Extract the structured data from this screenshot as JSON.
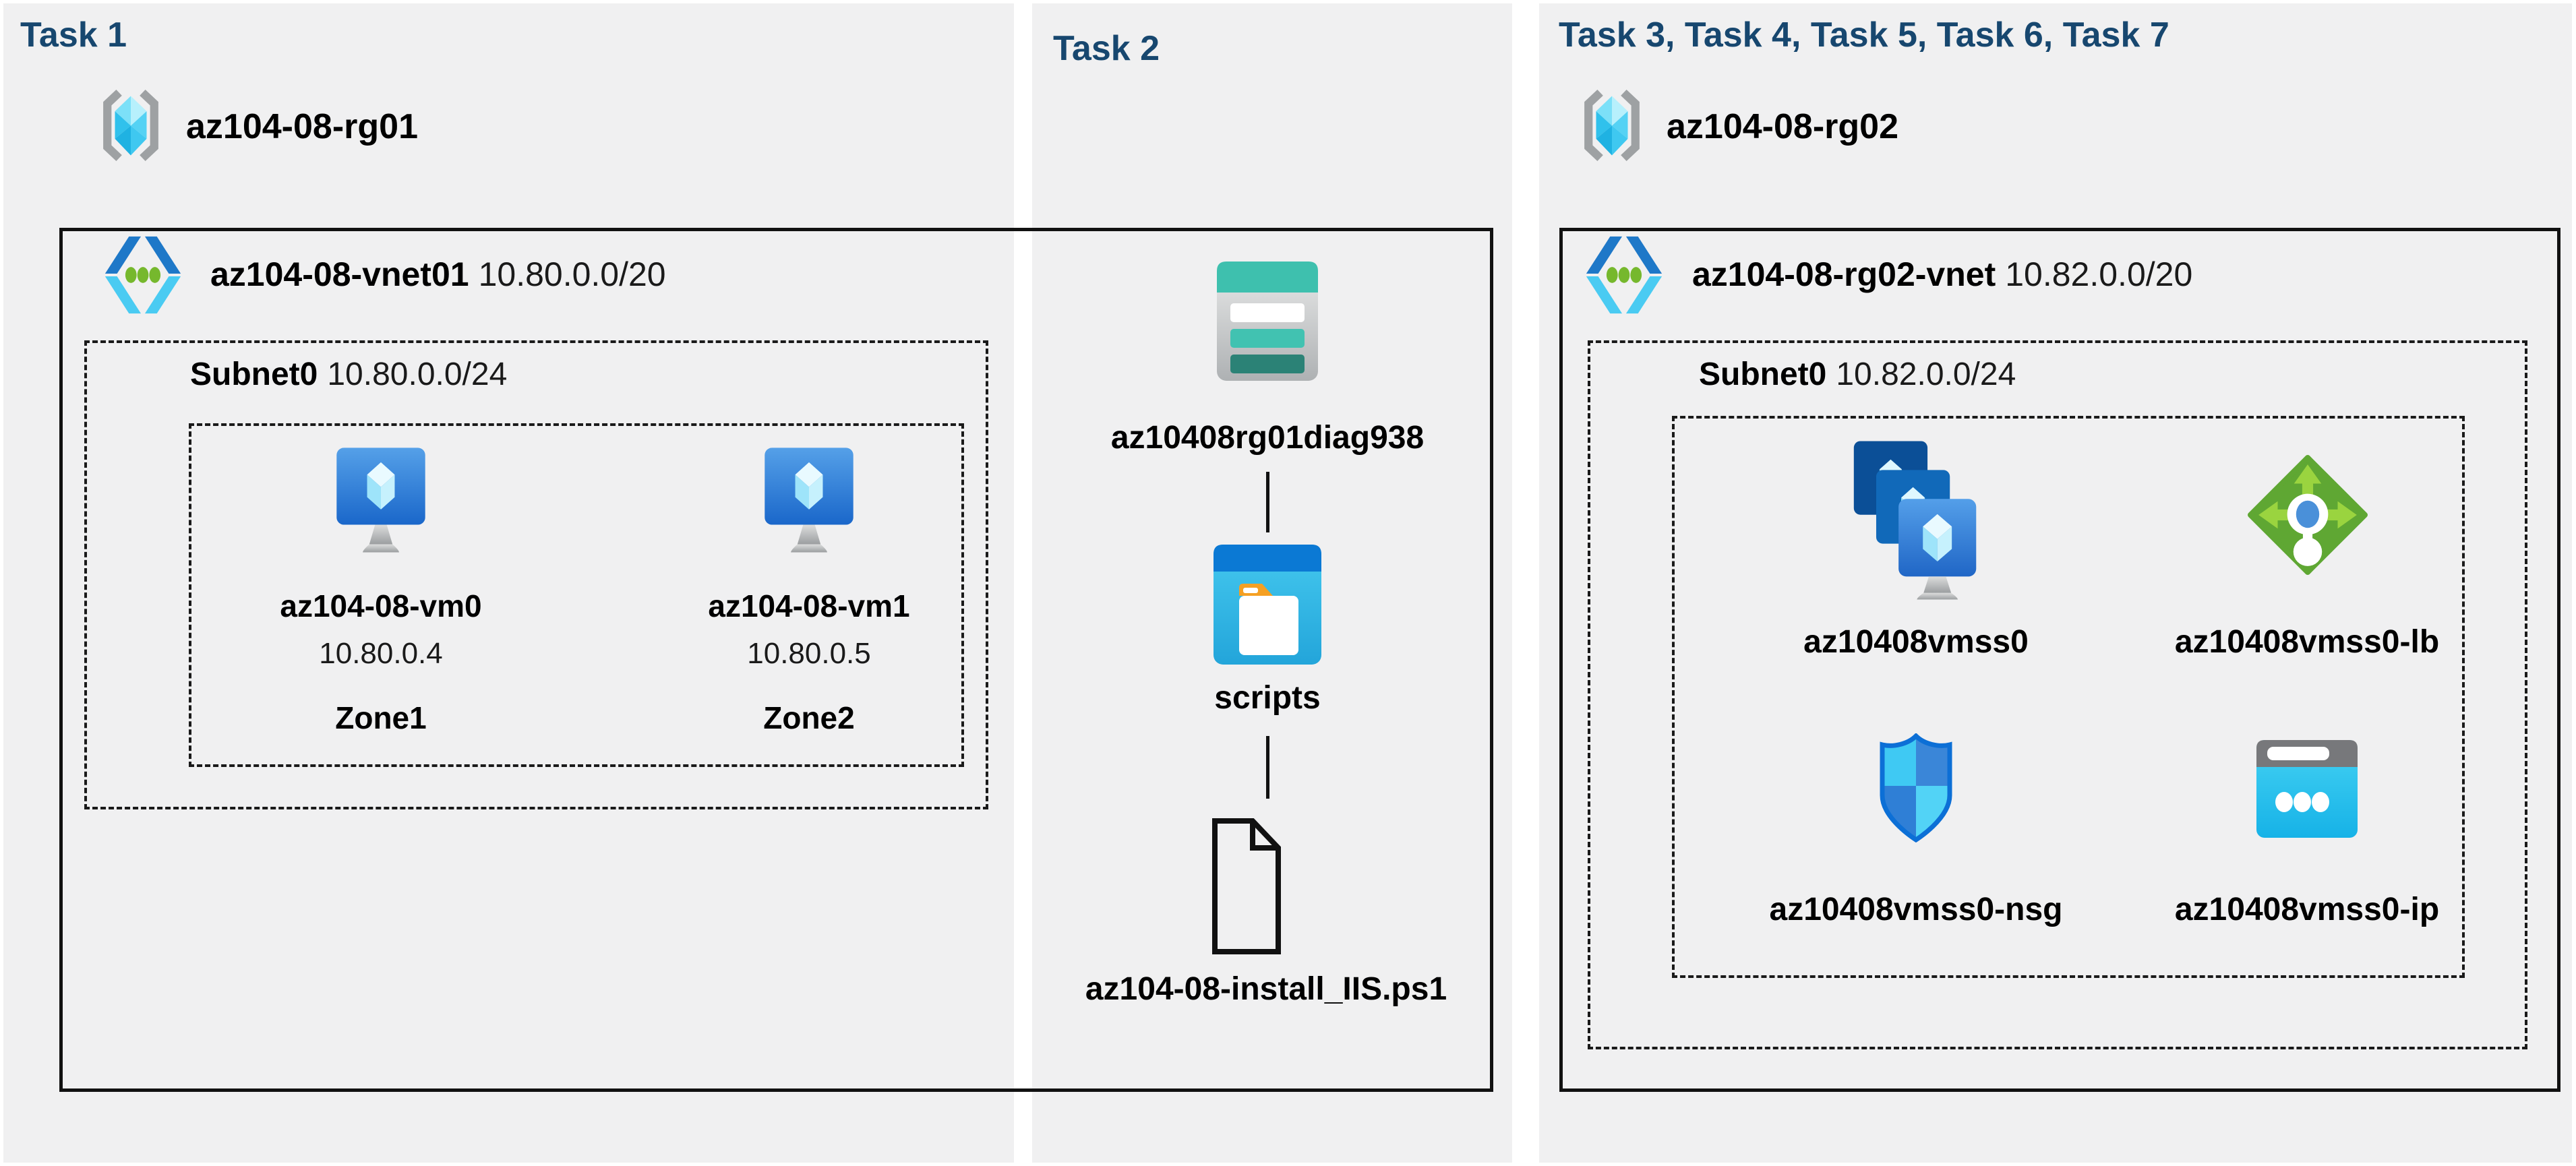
{
  "page": {
    "background": "#ffffff",
    "panel_background": "#f0f0f1",
    "header_color": "#17476f",
    "border_color": "#111111"
  },
  "panels": [
    {
      "header": "Task 1",
      "resource_group": {
        "name": "az104-08-rg01",
        "icon": "resource-group-icon"
      },
      "vnet": {
        "name": "az104-08-vnet01",
        "cidr": "10.80.0.0/20",
        "icon": "virtual-network-icon"
      },
      "subnet": {
        "name": "Subnet0",
        "cidr": "10.80.0.0/24"
      },
      "vms": [
        {
          "name": "az104-08-vm0",
          "ip": "10.80.0.4",
          "zone": "Zone1",
          "icon": "virtual-machine-icon"
        },
        {
          "name": "az104-08-vm1",
          "ip": "10.80.0.5",
          "zone": "Zone2",
          "icon": "virtual-machine-icon"
        }
      ]
    },
    {
      "header": "Task 2",
      "items": [
        {
          "type": "storage-account",
          "label": "az10408rg01diag938",
          "icon": "storage-account-icon"
        },
        {
          "type": "blob-container",
          "label": "scripts",
          "icon": "blob-container-icon"
        },
        {
          "type": "file",
          "label": "az104-08-install_IIS.ps1",
          "icon": "file-icon"
        }
      ]
    },
    {
      "header": "Task 3, Task 4, Task 5, Task 6, Task 7",
      "resource_group": {
        "name": "az104-08-rg02",
        "icon": "resource-group-icon"
      },
      "vnet": {
        "name": "az104-08-rg02-vnet",
        "cidr": "10.82.0.0/20",
        "icon": "virtual-network-icon"
      },
      "subnet": {
        "name": "Subnet0",
        "cidr": "10.82.0.0/24"
      },
      "resources": [
        {
          "type": "vm-scale-set",
          "label": "az10408vmss0",
          "icon": "vm-scale-set-icon"
        },
        {
          "type": "load-balancer",
          "label": "az10408vmss0-lb",
          "icon": "load-balancer-icon"
        },
        {
          "type": "network-security-group",
          "label": "az10408vmss0-nsg",
          "icon": "network-security-group-icon"
        },
        {
          "type": "public-ip",
          "label": "az10408vmss0-ip",
          "icon": "public-ip-icon"
        }
      ]
    }
  ]
}
